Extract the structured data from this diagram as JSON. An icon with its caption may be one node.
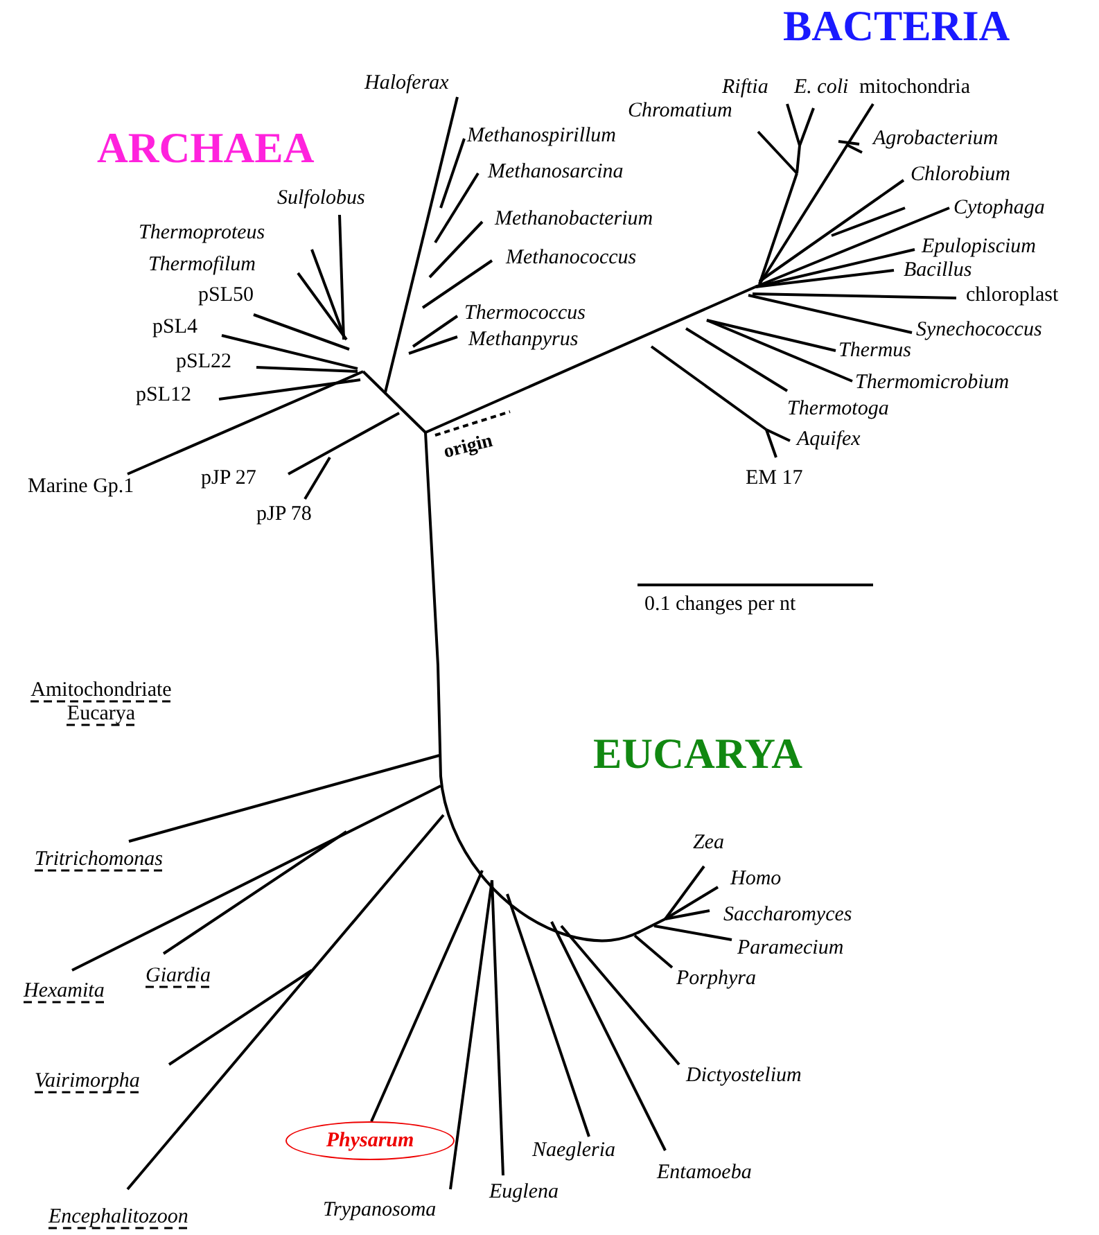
{
  "diagram": {
    "nodes": [
      {
        "text": [
          "Physarum"
        ]
      }
    ],
    "labels": [
      "BACTERIA",
      "ARCHAEA",
      "Haloferax",
      "Riftia",
      "E. coli",
      "mitochondria",
      "Chromatium",
      "Methanospirillum",
      "Agrobacterium",
      "Methanosarcina",
      "Chlorobium",
      "Sulfolobus",
      "Methanobacterium",
      "Cytophaga",
      "Thermoproteus",
      "Methanococcus",
      "Epulopiscium",
      "Thermofilum",
      "Bacillus",
      "pSL50",
      "chloroplast",
      "pSL4",
      "Thermococcus",
      "Synechococcus",
      "Methanpyrus",
      "pSL22",
      "Thermus",
      "pSL12",
      "Thermomicrobium",
      "origin",
      "Thermotoga",
      "Aquifex",
      "pJP 27",
      "Marine Gp.1",
      "EM 17",
      "pJP 78",
      "0.1 changes per nt",
      "Amitochondriate Eucarya",
      "EUCARYA",
      "Tritrichomonas",
      "Zea",
      "Homo",
      "Saccharomyces",
      "Paramecium",
      "Porphyra",
      "Hexamita",
      "Giardia",
      "Vairimorpha",
      "Dictyostelium",
      "Naegleria",
      "Entamoeba",
      "Euglena",
      "Encephalitozoon",
      "Trypanosoma"
    ]
  }
}
